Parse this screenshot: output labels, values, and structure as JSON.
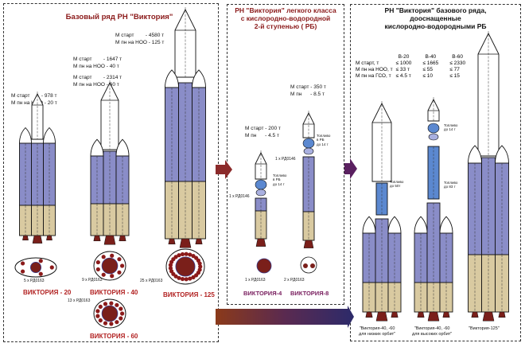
{
  "colors": {
    "title_red": "#8b1a1a",
    "name_red": "#b22222",
    "name_purple": "#7a2060",
    "stage_blue": "#8a8dc8",
    "stage_tan": "#d9caa1",
    "rb_blue": "#5b88d0",
    "engine": "#7a1f1a"
  },
  "left_panel": {
    "title": "Базовый ряд РН \"Виктория\"",
    "specs": [
      {
        "line1": "М старт        - 978 т",
        "line2": "М пн на НОО - 20 т"
      },
      {
        "line1": "М старт        - 1647 т",
        "line2": "М пн на НОО - 40 т"
      },
      {
        "line1": "М старт        - 2314 т",
        "line2": "М пн на НОО - 60 т"
      },
      {
        "line1": "М старт        - 4580 т",
        "line2": "М пн на НОО - 125 т"
      }
    ],
    "engine_labels": [
      "5 x РД0163",
      "9 x РД0163",
      "25 x РД0163",
      "13 x РД0163"
    ],
    "names": [
      "ВИКТОРИЯ - 20",
      "ВИКТОРИЯ - 40",
      "ВИКТОРИЯ - 125",
      "ВИКТОРИЯ - 60"
    ]
  },
  "middle_panel": {
    "title_lines": [
      "РН \"Виктория\" легкого класса",
      "с кислородно-водородной",
      "2-й ступенью ( РБ)"
    ],
    "specs": [
      {
        "line1": "М старт - 200 т",
        "line2": "М пн      - 4.5 т"
      },
      {
        "line1": "М старт - 350 т",
        "line2": "М пн      - 8.5 т"
      }
    ],
    "fuel_notes": [
      "Топливо\nв РБ\nдо 14 т",
      "Топливо\nв РБ\nдо 14 т"
    ],
    "upper_engine_labels": [
      "1 x РД0146",
      "1 x РД0146"
    ],
    "engine_labels": [
      "1 x РД0163",
      "2 x РД0163"
    ],
    "names": [
      "ВИКТОРИЯ-4",
      "ВИКТОРИЯ-8"
    ]
  },
  "right_panel": {
    "title_lines": [
      "РН \"Виктория\" базового ряда,",
      "дооснащенные",
      "кислородно-водородными РБ"
    ],
    "table": {
      "headers": [
        "",
        "В-20",
        "В-40",
        "В-60"
      ],
      "rows": [
        [
          "М старт, т",
          "≤ 1000",
          "≤ 1665",
          "≤ 2330"
        ],
        [
          "М пн на НОО, т",
          "≤ 33 т",
          "≤ 55",
          "≤ 77"
        ],
        [
          "М пн на ГСО, т",
          "≤ 4.5 т",
          "≤ 10",
          "≤ 15"
        ]
      ]
    },
    "fuel_notes": [
      "Топливо\nдо 50т",
      "Топливо\nдо 14 т",
      "Топливо\nдо 83 т"
    ],
    "captions": [
      "\"Виктория-40, -60\nдля низких орбит\"",
      "\"Виктория-40, -60\nдля высоких орбит\"",
      "\"Виктория-125\""
    ]
  }
}
